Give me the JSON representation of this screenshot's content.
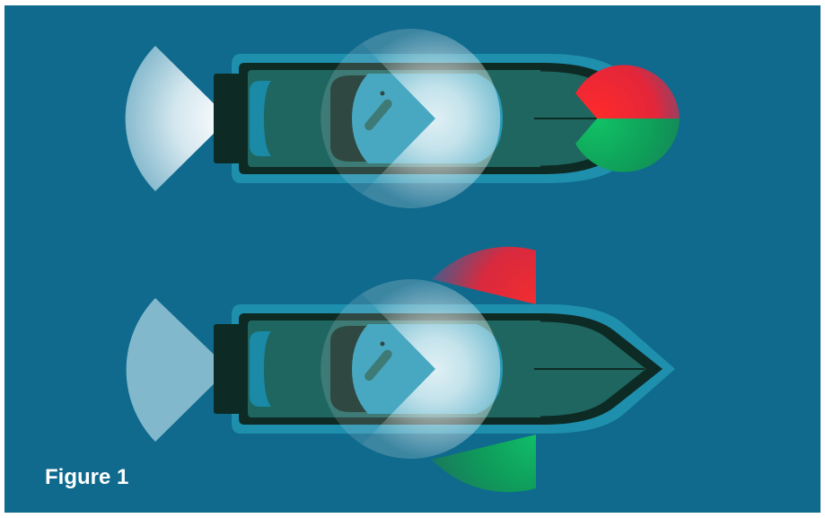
{
  "caption": "Figure 1",
  "colors": {
    "water": "#0f6a8d",
    "hull_outline": "#1f8fae",
    "hull_body": "#1f6660",
    "hull_dark": "#0d2b24",
    "light_white": "#ffffff",
    "port_red": "#e8262f",
    "starboard_green": "#0f9d58"
  },
  "figures": [
    {
      "name": "boat-configuration-top",
      "sidelights": "combined-at-bow"
    },
    {
      "name": "boat-configuration-bottom",
      "sidelights": "separate-mid-hull"
    }
  ]
}
